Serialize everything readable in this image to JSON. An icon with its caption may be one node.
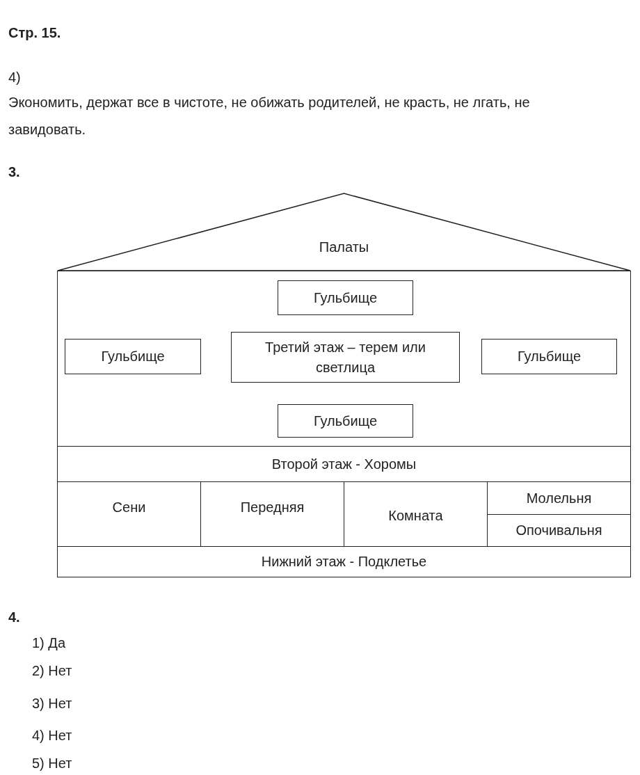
{
  "diagram": {
    "title": "Стр. 15.",
    "nodes": [
      {
        "text": [
          "Палаты"
        ]
      },
      {
        "text": [],
        "shape": "box"
      },
      {
        "text": [
          "Гульбище"
        ],
        "in": 1
      },
      {
        "text": [
          "Гульбище"
        ],
        "in": 1
      },
      {
        "text": [
          "Третий этаж – терем или светлица"
        ],
        "in": 1
      },
      {
        "text": [
          "Гульбище"
        ],
        "in": 1
      },
      {
        "text": [
          "Гульбище"
        ],
        "in": 1
      },
      {
        "text": [
          "Второй этаж - Хоромы"
        ]
      },
      {
        "text": [
          "Сени"
        ]
      },
      {
        "text": [
          "Передняя"
        ]
      },
      {
        "text": [
          "Комната"
        ]
      },
      {
        "text": [
          "Молельня"
        ]
      },
      {
        "text": [
          "Опочивальня"
        ]
      },
      {
        "text": [
          "Нижний этаж - Подклетье"
        ]
      }
    ],
    "labels": [
      "4)",
      "Экономить, держат все в чистоте, не обижать родителей, не красть, не лгать, не завидовать.",
      "3.",
      "4.",
      "1) Да",
      "2) Нет",
      "3) Нет",
      "4) Нет",
      "5) Нет"
    ]
  }
}
